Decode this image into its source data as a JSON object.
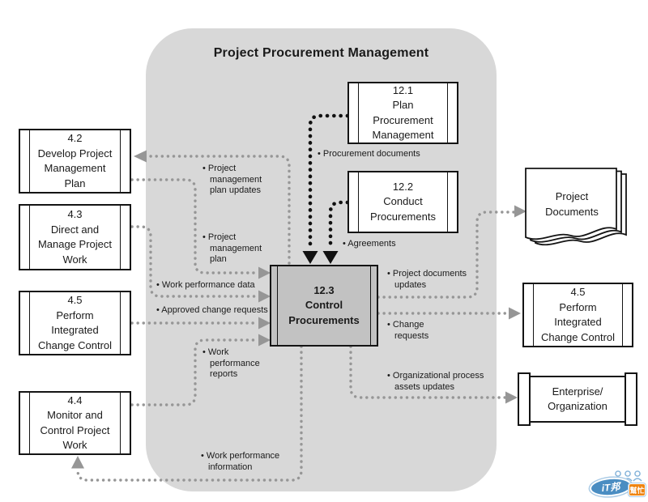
{
  "title": "Project Procurement Management",
  "colors": {
    "panel_background": "#d8d8d8",
    "process_box_fill": "#ffffff",
    "center_box_fill": "#c2c2c2",
    "border": "#141414",
    "gray_flow_line": "#969696",
    "black_flow_line": "#111111"
  },
  "boxes": {
    "develop_pm_plan": "4.2\nDevelop Project\nManagement\nPlan",
    "direct_manage_work": "4.3\nDirect and\nManage Project\nWork",
    "perform_icc_left": "4.5\nPerform\nIntegrated\nChange Control",
    "monitor_control_work": "4.4\nMonitor and\nControl Project\nWork",
    "plan_procurement": "12.1\nPlan\nProcurement\nManagement",
    "conduct_procurements": "12.2\nConduct\nProcurements",
    "control_procurements": "12.3\nControl\nProcurements",
    "project_documents": "Project\nDocuments",
    "perform_icc_right": "4.5\nPerform\nIntegrated\nChange Control",
    "enterprise_organization": "Enterprise/\nOrganization"
  },
  "flow_labels": {
    "procurement_documents": "• Procurement documents",
    "agreements": "• Agreements",
    "pm_plan_updates": "• Project\nmanagement\nplan updates",
    "pm_plan": "• Project\nmanagement\nplan",
    "work_performance_data": "• Work performance data",
    "approved_change_requests": "• Approved change requests",
    "work_performance_reports": "• Work\nperformance\nreports",
    "work_performance_information": "• Work performance\ninformation",
    "project_documents_updates": "• Project documents\nupdates",
    "change_requests": "• Change\nrequests",
    "organizational_process_assets_updates": "• Organizational process\nassets updates"
  },
  "watermark": {
    "brand": "iT邦",
    "suffix": "幫忙"
  }
}
